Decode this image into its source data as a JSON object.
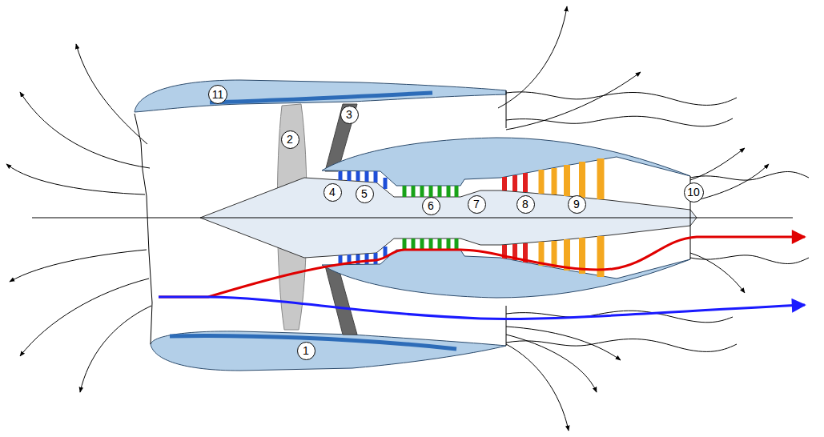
{
  "diagram": {
    "nodes": [
      {
        "text": [
          "11"
        ]
      },
      {
        "text": [
          "3"
        ]
      },
      {
        "text": [
          "2"
        ]
      },
      {
        "text": [
          "10"
        ]
      },
      {
        "text": [
          "4"
        ]
      },
      {
        "text": [
          "5"
        ]
      },
      {
        "text": [
          "6"
        ]
      },
      {
        "text": [
          "7"
        ]
      },
      {
        "text": [
          "8"
        ]
      },
      {
        "text": [
          "9"
        ]
      },
      {
        "text": [
          "1"
        ]
      }
    ]
  }
}
